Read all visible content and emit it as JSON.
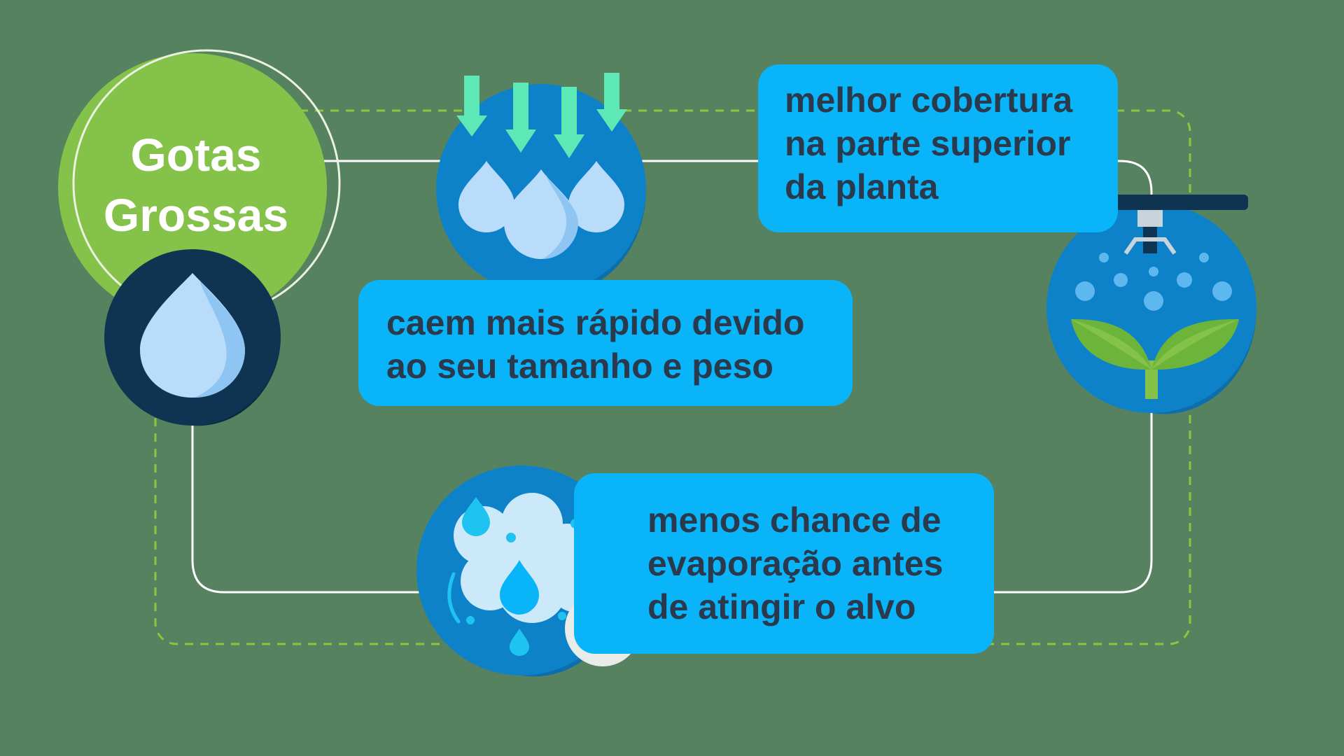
{
  "title": "Gotas\nGrossas",
  "benefits": {
    "top": "melhor cobertura\nna parte superior\nda planta",
    "middle": "caem mais rápido devido\nao seu tamanho e peso",
    "bottom": "menos chance de\nevaporação antes\nde atingir o alvo"
  },
  "colors": {
    "background": "#578260",
    "accent_green": "#85c24a",
    "box_blue": "#0ab4f8",
    "icon_blue": "#0d82c8",
    "navy": "#0f3452",
    "text_dark": "#2a3a4c",
    "arrow_mint": "#5de8b5"
  },
  "icons": [
    "water-drop-icon",
    "falling-drops-icon",
    "sprinkler-plant-icon",
    "evaporation-cloud-icon",
    "down-arrow-badge-icon"
  ]
}
